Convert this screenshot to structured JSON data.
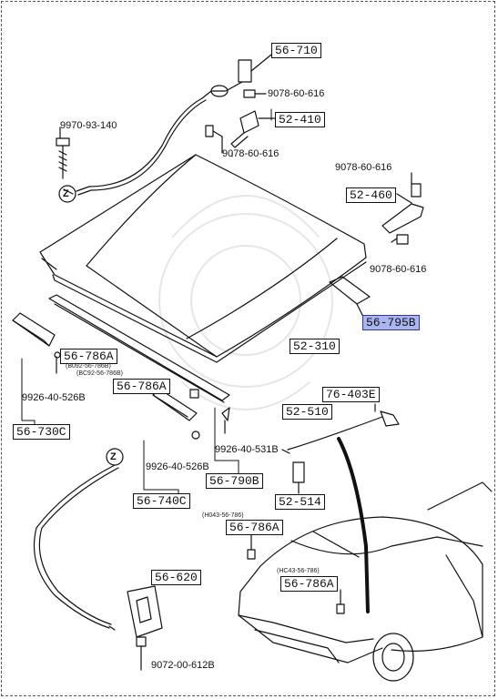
{
  "parts": {
    "cable_top": "56-710",
    "bolt_top": "9078-60-616",
    "latch_upper": "52-410",
    "bolt_latch": "9078-60-616",
    "screw_left": "9970-93-140",
    "z_top": "Z",
    "bolt_hinge_upper": "9078-60-616",
    "hinge": "52-460",
    "bolt_hinge_lower": "9078-60-616",
    "seal_right": "56-795B",
    "hood": "52-310",
    "clip_left": "56-786A",
    "clip_left_note_1": "(B092-56-786B)",
    "clip_left_note_2": "(BC92-56-786B)",
    "clip_mid": "56-786A",
    "clip_left_bolt": "9926-40-526B",
    "seal_left": "56-730C",
    "hood_seal_clip": "9926-40-531B",
    "seal_center": "56-790B",
    "clip_mid_bolt": "9926-40-526B",
    "seal_mid": "56-740C",
    "stay_holder": "76-403E",
    "stay_rod": "52-510",
    "stay_clip": "52-514",
    "clip_car_upper_note": "(H043-56-786)",
    "clip_car_upper": "56-786A",
    "clip_car_lower_note": "(HC43-56-786)",
    "clip_car_lower": "56-786A",
    "z_bottom": "Z",
    "release_lever": "56-620",
    "lever_bolt": "9072-00-612B"
  }
}
